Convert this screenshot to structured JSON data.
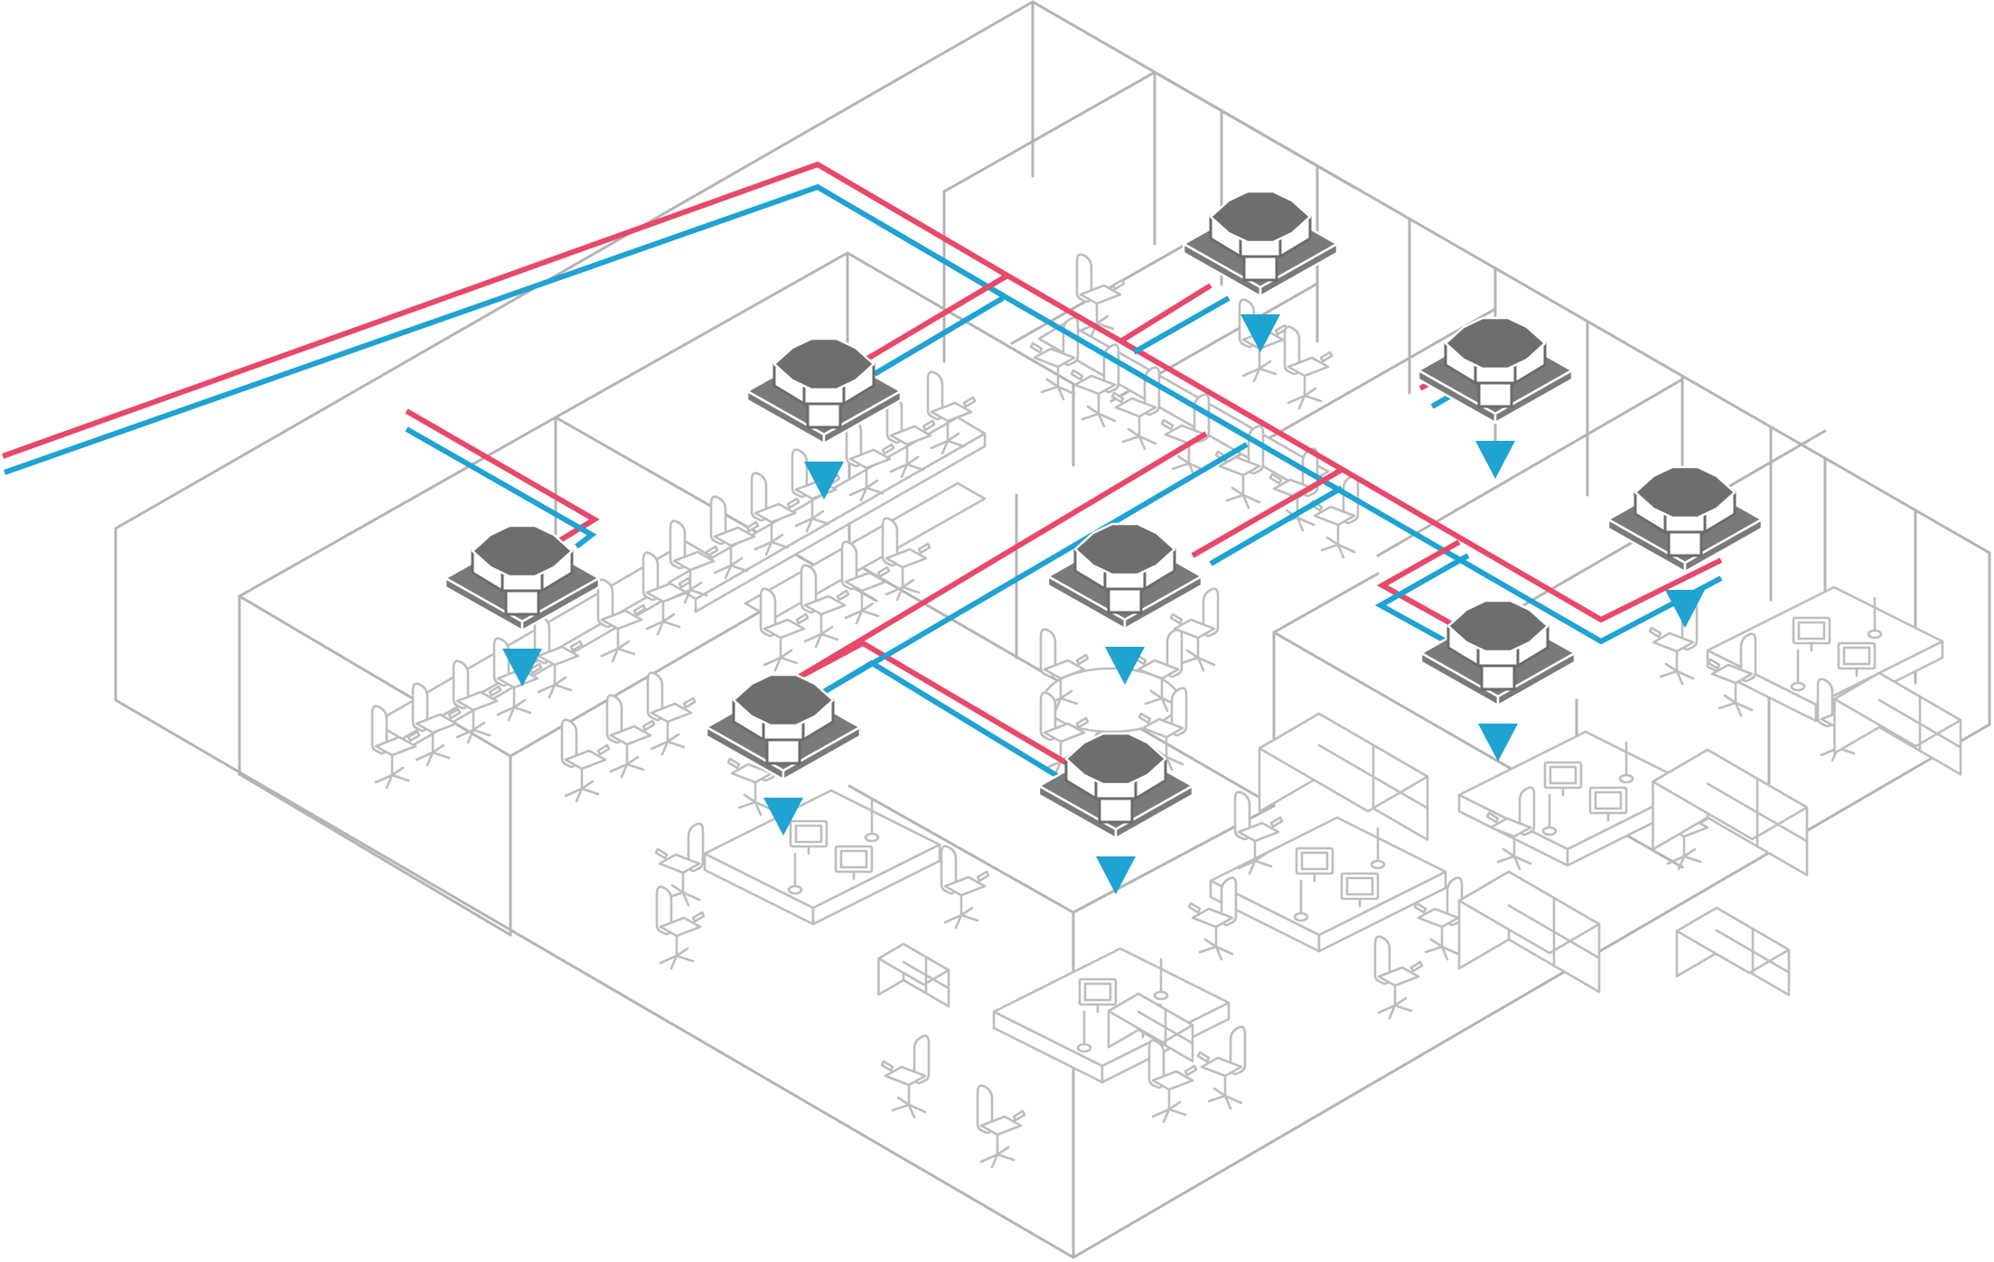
{
  "colors": {
    "hot_pipe": "#e8486a",
    "cold_pipe": "#1ea3d2",
    "unit": "#6b6b6b",
    "walls": "#b4b4b4",
    "furniture": "#bdbdbd",
    "background": "#ffffff"
  },
  "icons": {
    "unit": "ceiling-cassette-unit-icon",
    "airflow": "airflow-down-triangle-icon",
    "chair": "office-chair-icon",
    "monitor": "monitor-icon",
    "lamp": "desk-lamp-icon",
    "cabinet": "storage-cabinet-icon"
  },
  "units": [
    {
      "id": "unit-1"
    },
    {
      "id": "unit-2"
    },
    {
      "id": "unit-3"
    },
    {
      "id": "unit-4"
    },
    {
      "id": "unit-5"
    },
    {
      "id": "unit-6"
    },
    {
      "id": "unit-7"
    },
    {
      "id": "unit-8"
    },
    {
      "id": "unit-9"
    },
    {
      "id": "unit-10"
    }
  ]
}
